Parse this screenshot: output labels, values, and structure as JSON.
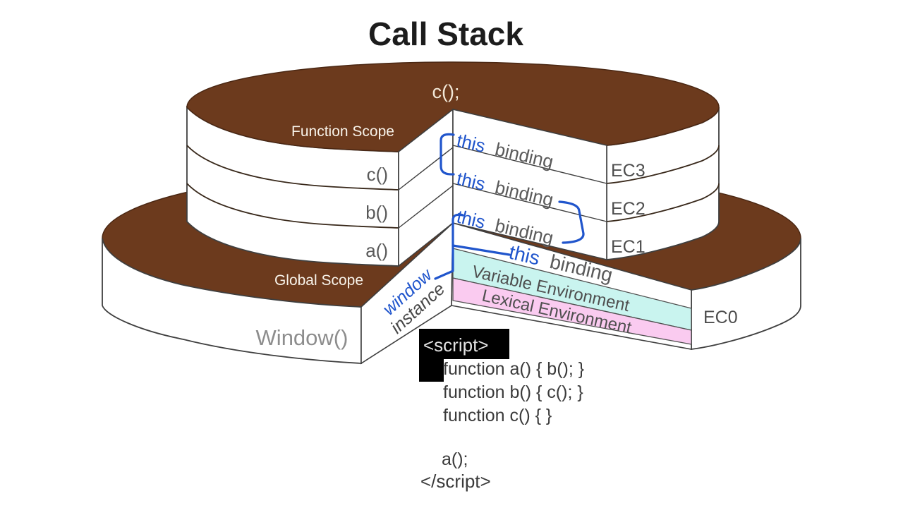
{
  "title": "Call Stack",
  "colors": {
    "brown": "#6C3A1D",
    "blue": "#2055CC",
    "cyan_band": "#C9F4EF",
    "pink_band": "#FACBF0",
    "frame_text_gray": "#595959"
  },
  "upper_cylinder": {
    "top_call": "c();",
    "scope_label": "Function Scope",
    "frames": [
      "c()",
      "b()",
      "a()"
    ],
    "contexts": [
      "EC3",
      "EC2",
      "EC1"
    ]
  },
  "lower_cylinder": {
    "scope_label": "Global Scope",
    "global_object": "Window()",
    "context": "EC0",
    "environments": [
      "Variable Environment",
      "Lexical Environment"
    ],
    "window_reference": {
      "word1": "window",
      "word2": "instance"
    }
  },
  "annotations": {
    "this_word": "this",
    "binding_word": "binding"
  },
  "code": {
    "open_tag": "<script>",
    "line1": "function a() { b(); }",
    "line2": "function b() { c(); }",
    "line3": "function c() { }",
    "call": "a();",
    "close_tag": "</script>"
  }
}
